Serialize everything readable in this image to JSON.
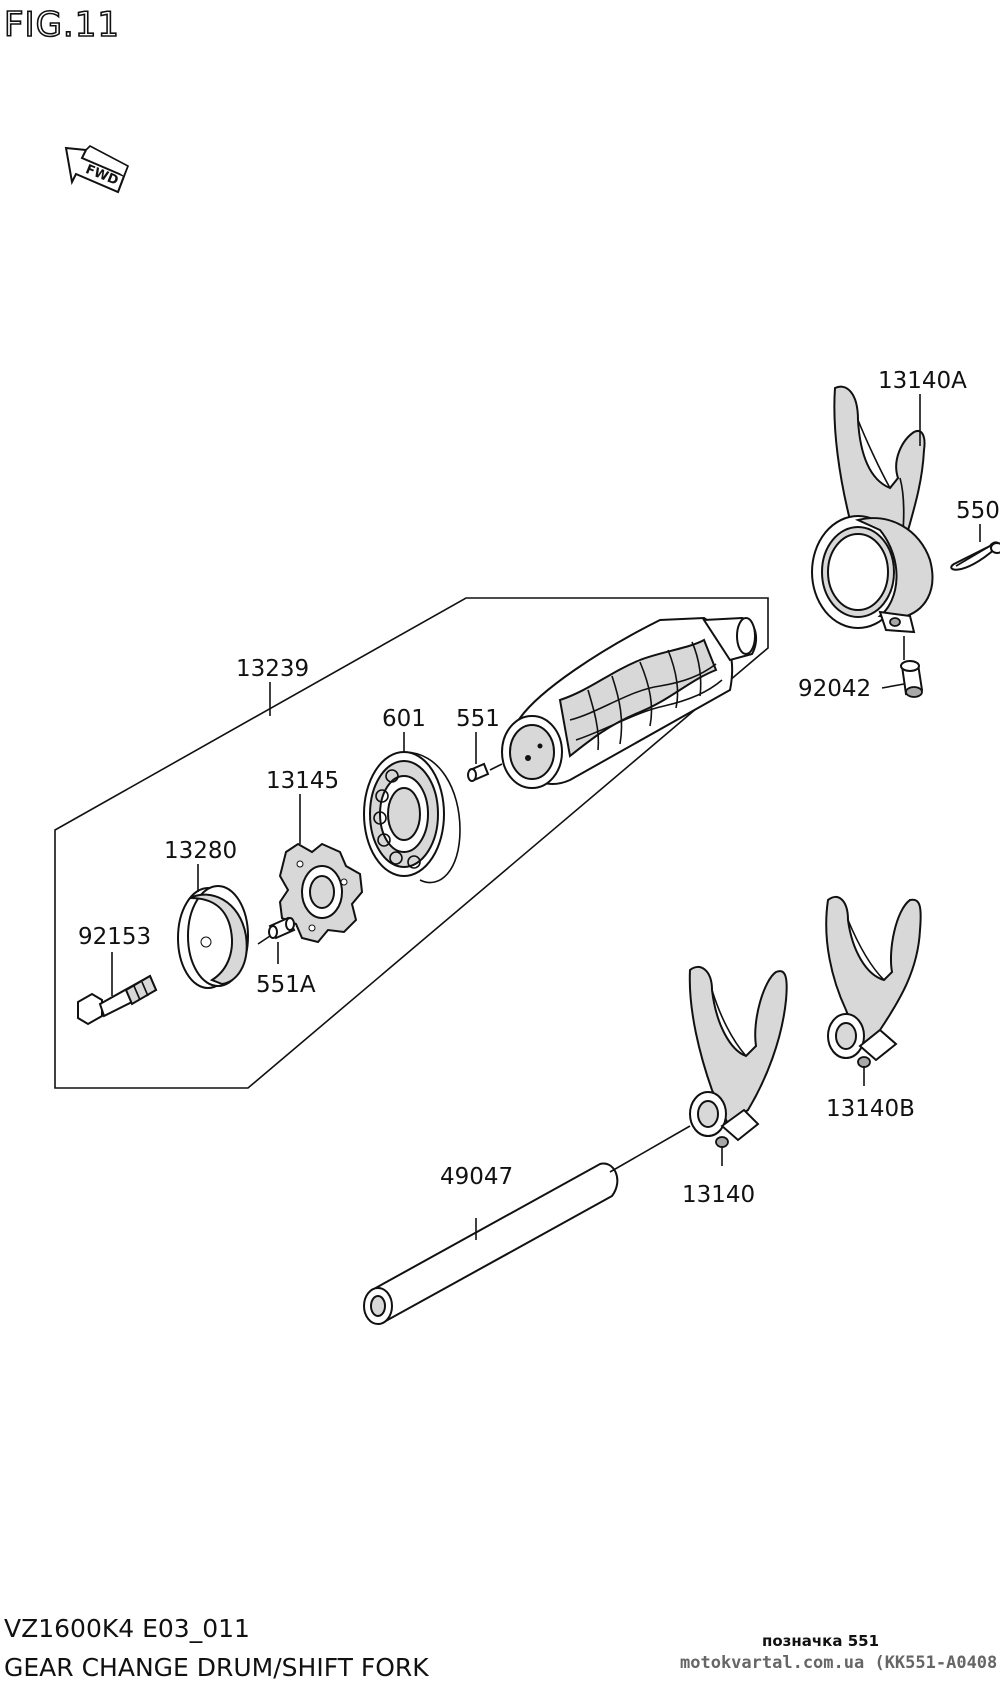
{
  "figure": {
    "title": "FIG.11",
    "fwd_label": "FWD"
  },
  "callouts": {
    "p13140A": "13140A",
    "p550": "550",
    "p92042": "92042",
    "p13239": "13239",
    "p601": "601",
    "p551": "551",
    "p13145": "13145",
    "p13280": "13280",
    "p92153": "92153",
    "p551A": "551A",
    "p13140B": "13140B",
    "p49047": "49047",
    "p13140": "13140"
  },
  "footer": {
    "model_code": "VZ1600K4 E03_011",
    "section_title": "GEAR CHANGE DRUM/SHIFT FORK"
  },
  "watermark": {
    "line1": "позначка 551",
    "line2": "motokvartal.com.ua (KK551-A0408)"
  }
}
